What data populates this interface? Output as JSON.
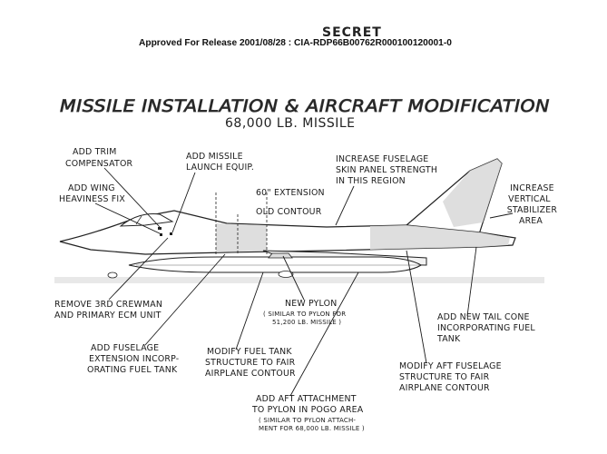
{
  "header": {
    "classification": "SECRET",
    "release_line": "Approved For Release 2001/08/28 : CIA-RDP66B00762R000100120001-0"
  },
  "title": {
    "main": "MISSILE INSTALLATION & AIRCRAFT MODIFICATION",
    "sub": "68,000 LB. MISSILE"
  },
  "labels": {
    "trim": [
      "ADD TRIM",
      "COMPENSATOR"
    ],
    "launch": [
      "ADD MISSILE",
      "LAUNCH EQUIP."
    ],
    "skin": [
      "INCREASE FUSELAGE",
      "SKIN PANEL STRENGTH",
      "IN THIS REGION"
    ],
    "wing": [
      "ADD WING",
      "HEAVINESS FIX"
    ],
    "extension": "60\" EXTENSION",
    "old_contour": "OLD CONTOUR",
    "stabilizer": [
      "INCREASE",
      "VERTICAL",
      "STABILIZER",
      "AREA"
    ],
    "crewman": [
      "REMOVE 3RD CREWMAN",
      "AND PRIMARY ECM UNIT"
    ],
    "pylon": [
      "NEW PYLON"
    ],
    "pylon_note": [
      "( SIMILAR TO PYLON FOR",
      "51,200 LB. MISSILE )"
    ],
    "tail_cone": [
      "ADD NEW TAIL CONE",
      "INCORPORATING FUEL",
      "TANK"
    ],
    "fuselage_ext": [
      "ADD FUSELAGE",
      "EXTENSION INCORP-",
      "ORATING FUEL TANK"
    ],
    "fuel_tank": [
      "MODIFY FUEL TANK",
      "STRUCTURE TO FAIR",
      "AIRPLANE CONTOUR"
    ],
    "aft_fuselage": [
      "MODIFY AFT FUSELAGE",
      "STRUCTURE TO FAIR",
      "AIRPLANE CONTOUR"
    ],
    "aft_attach": [
      "ADD AFT ATTACHMENT",
      "TO PYLON IN POGO AREA"
    ],
    "aft_attach_note": [
      "( SIMILAR TO PYLON ATTACH-",
      "MENT FOR 68,000 LB. MISSILE )"
    ]
  }
}
